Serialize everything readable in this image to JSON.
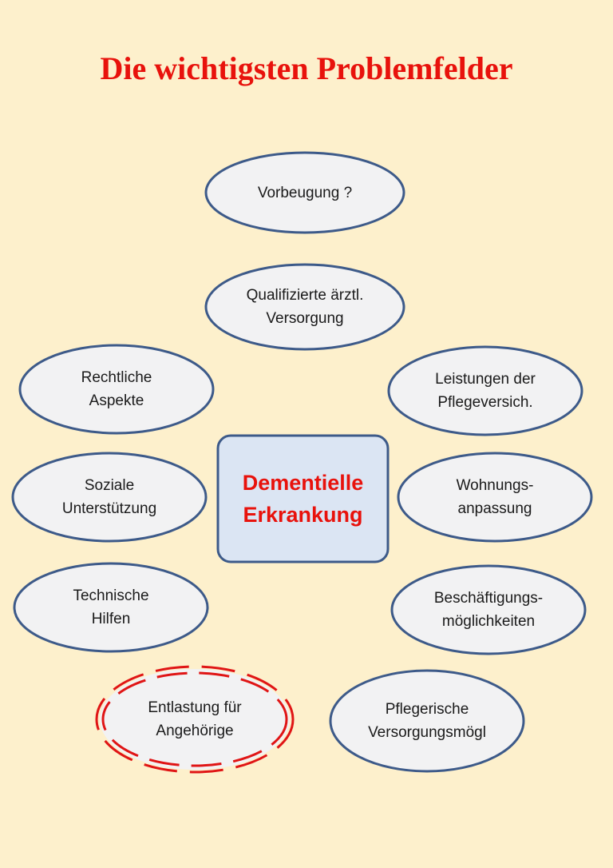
{
  "title": "Die wichtigsten Problemfelder",
  "center": {
    "label": "Dementielle\nErkrankung"
  },
  "fields": [
    {
      "id": "vorbeugung",
      "label": "Vorbeugung ?"
    },
    {
      "id": "aerztl",
      "label": "Qualifizierte ärztl.\nVersorgung"
    },
    {
      "id": "rechtlich",
      "label": "Rechtliche\nAspekte"
    },
    {
      "id": "leistungen",
      "label": "Leistungen der\nPflegeversich."
    },
    {
      "id": "sozial",
      "label": "Soziale\nUnterstützung"
    },
    {
      "id": "wohnung",
      "label": "Wohnungs-\nanpassung"
    },
    {
      "id": "technisch",
      "label": "Technische\nHilfen"
    },
    {
      "id": "beschaeftigung",
      "label": "Beschäftigungs-\nmöglichkeiten"
    },
    {
      "id": "entlastung",
      "label": "Entlastung für\nAngehörige"
    },
    {
      "id": "pflegerisch",
      "label": "Pflegerische\nVersorgungsmögl"
    }
  ],
  "colors": {
    "background": "#fdf0cc",
    "title": "#e8120c",
    "ellipse_fill": "#f2f2f3",
    "ellipse_stroke": "#3d5a89",
    "center_fill": "#dbe5f3",
    "center_stroke": "#3d5a89",
    "highlight_dash": "#e01515"
  }
}
